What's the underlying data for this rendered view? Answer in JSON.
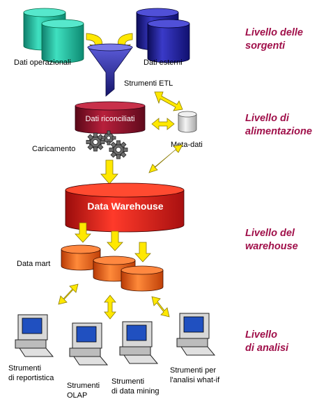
{
  "levels": {
    "sources": [
      "Livello delle",
      "sorgenti"
    ],
    "feeding": [
      "Livello di",
      "alimentazione"
    ],
    "warehouse": [
      "Livello del",
      "warehouse"
    ],
    "analysis": [
      "Livello",
      "di analisi"
    ]
  },
  "labels": {
    "operational_data": "Dati operazionali",
    "external_data": "Dati esterni",
    "etl_tools": "Strumenti ETL",
    "reconciled_data": "Dati riconciliati",
    "loading": "Caricamento",
    "metadata": "Meta-dati",
    "data_warehouse": "Data Warehouse",
    "data_mart": "Data mart",
    "reporting_tools": [
      "Strumenti",
      "di reportistica"
    ],
    "olap_tools": [
      "Strumenti",
      "OLAP"
    ],
    "data_mining_tools": [
      "Strumenti",
      "di data mining"
    ],
    "whatif_tools": [
      "Strumenti per",
      "l'analisi what-if"
    ]
  },
  "colors": {
    "level_text": "#a0104a",
    "operational": "#1fb59a",
    "external": "#1a1a8a",
    "reconciled": "#8a1028",
    "warehouse": "#d41818",
    "datamart": "#ee5a10",
    "arrow": "#ffe800",
    "funnel": "#3a3aa8",
    "metadata": "#d0d0d0",
    "gear": "#707070"
  },
  "icons": [
    "database-icon",
    "funnel-icon",
    "gear-icon",
    "computer-icon",
    "arrow-icon"
  ]
}
